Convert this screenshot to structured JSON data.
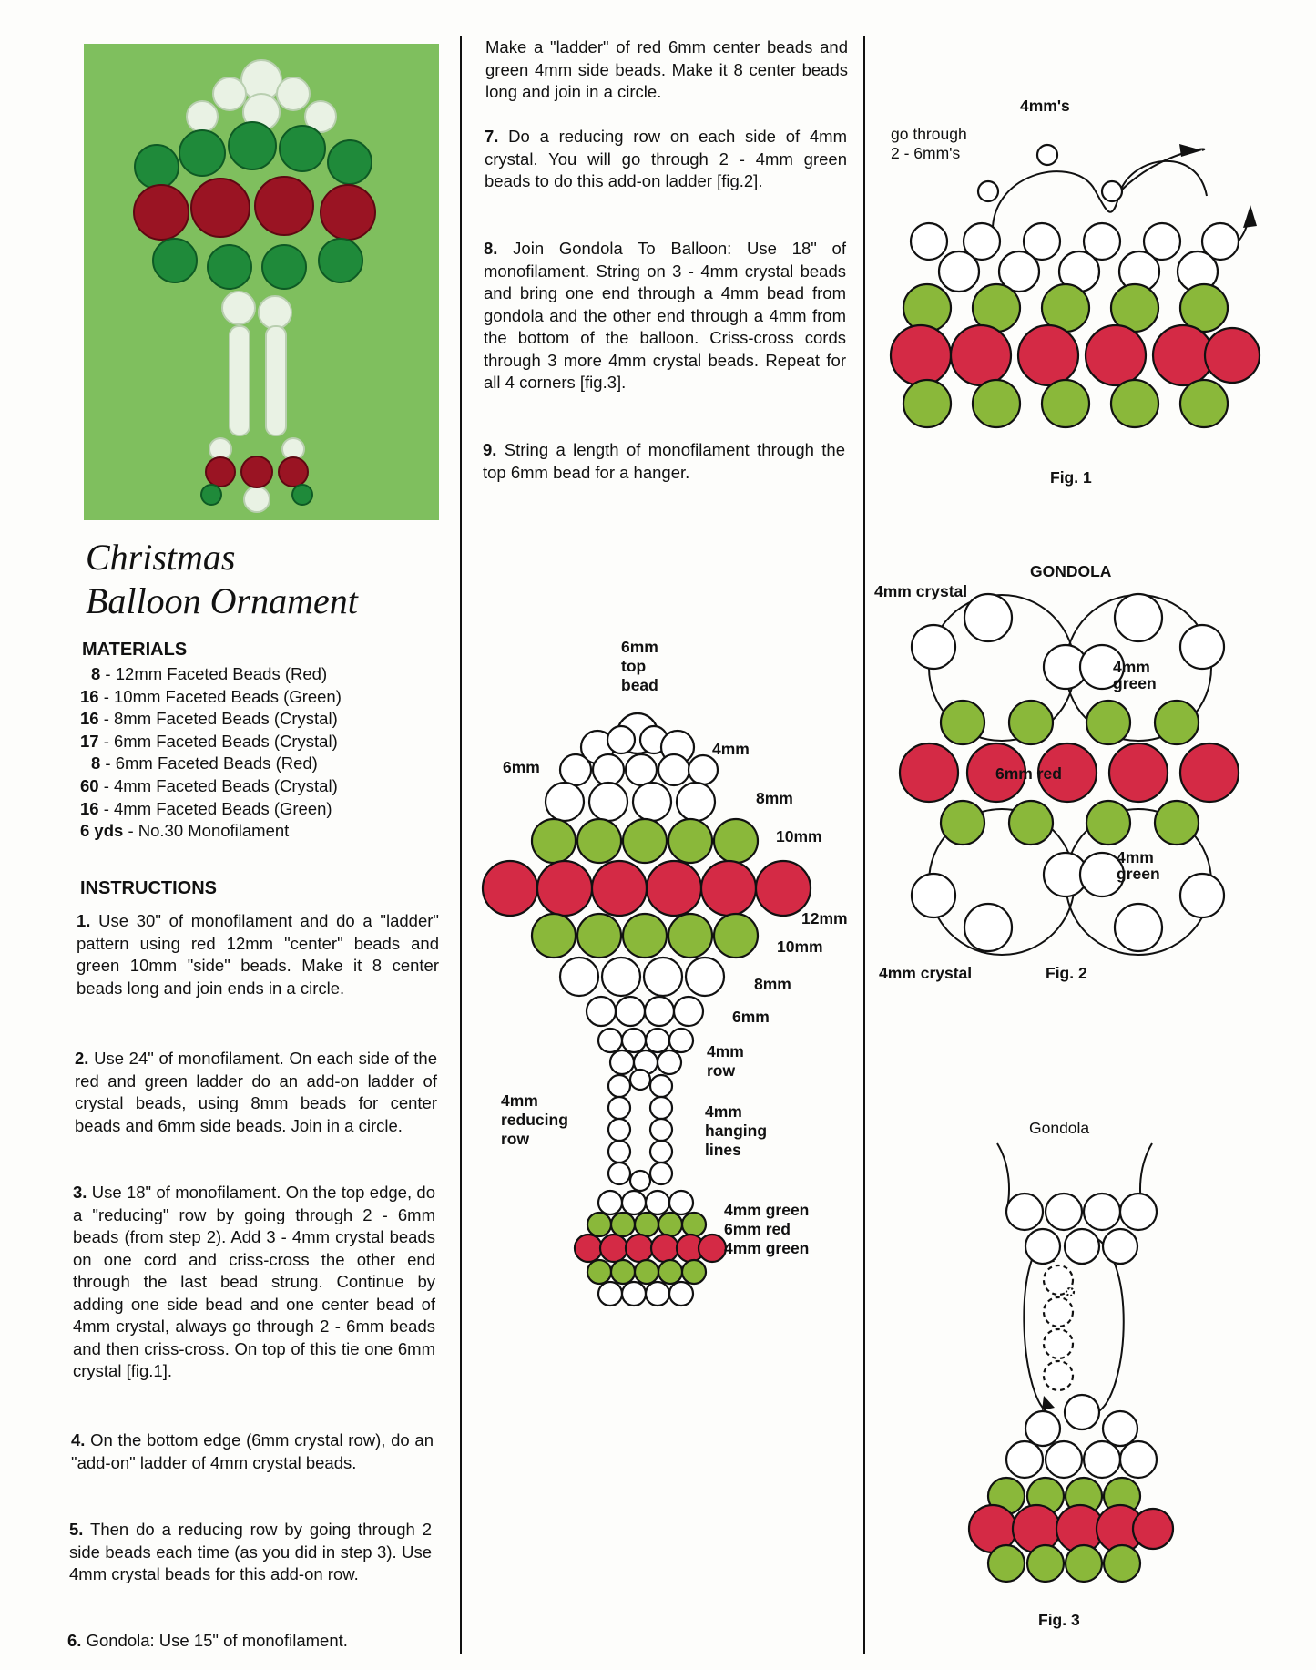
{
  "title": {
    "line1": "Christmas",
    "line2": "Balloon Ornament"
  },
  "materials": {
    "heading": "MATERIALS",
    "items": [
      {
        "qty": "8",
        "desc": " - 12mm Faceted Beads (Red)"
      },
      {
        "qty": "16",
        "desc": " - 10mm Faceted Beads (Green)"
      },
      {
        "qty": "16",
        "desc": " - 8mm Faceted Beads (Crystal)"
      },
      {
        "qty": "17",
        "desc": " - 6mm Faceted Beads (Crystal)"
      },
      {
        "qty": "8",
        "desc": " - 6mm Faceted Beads (Red)"
      },
      {
        "qty": "60",
        "desc": " - 4mm Faceted Beads (Crystal)"
      },
      {
        "qty": "16",
        "desc": " - 4mm Faceted Beads (Green)"
      },
      {
        "qty": "6 yds",
        "desc": " - No.30 Monofilament"
      }
    ]
  },
  "instructions": {
    "heading": "INSTRUCTIONS",
    "steps": [
      {
        "num": "1.",
        "text": " Use 30\" of monofilament and do a \"ladder\" pattern using red 12mm \"center\" beads and green 10mm \"side\" beads. Make it 8 center beads long and join ends in a circle."
      },
      {
        "num": "2.",
        "text": " Use 24\" of monofilament. On each side of the red and green ladder do an add-on ladder of crystal beads, using 8mm beads for center beads and 6mm side beads. Join in a circle."
      },
      {
        "num": "3.",
        "text": " Use 18\" of monofilament. On the top edge, do a \"reducing\" row by going through 2 - 6mm beads (from step 2). Add 3 - 4mm crystal beads on one cord and criss-cross the other end through the last bead strung. Continue by adding one side bead and one center bead of 4mm crystal, always go through 2 - 6mm beads and then criss-cross. On top of this tie one 6mm crystal [fig.1]."
      },
      {
        "num": "4.",
        "text": " On the bottom edge (6mm crystal row), do an \"add-on\" ladder of 4mm crystal beads."
      },
      {
        "num": "5.",
        "text": " Then do a reducing row by going through 2 side beads each time (as you did in step 3). Use 4mm crystal beads for this add-on row."
      },
      {
        "num": "6.",
        "text": " Gondola: Use 15\" of monofilament."
      }
    ],
    "col2_intro": "Make a \"ladder\" of red 6mm center beads and green 4mm side beads. Make it 8 center beads long and join in a circle.",
    "steps2": [
      {
        "num": "7.",
        "text": " Do a reducing row on each side of 4mm crystal. You will go through 2 - 4mm green beads to do this add-on ladder [fig.2]."
      },
      {
        "num": "8.",
        "text": " Join Gondola To Balloon: Use 18\" of monofilament. String on 3 - 4mm crystal beads and bring one end through a 4mm bead from gondola and the other end through a 4mm from the bottom of the balloon. Criss-cross cords through 3 more 4mm crystal beads. Repeat for all 4 corners [fig.3]."
      },
      {
        "num": "9.",
        "text": " String a length of monofilament through the top 6mm bead for a hanger."
      }
    ]
  },
  "diagram_main": {
    "top_bead": "6mm\ntop\nbead",
    "labels": [
      "6mm",
      "4mm",
      "8mm",
      "10mm",
      "12mm",
      "10mm",
      "8mm",
      "6mm",
      "4mm\nrow",
      "4mm\nreducing\nrow",
      "4mm\nhanging\nlines",
      "4mm green\n6mm red\n4mm green"
    ]
  },
  "fig1": {
    "top_label": "4mm's",
    "left_label": "go through\n2 - 6mm's",
    "caption": "Fig. 1"
  },
  "fig2": {
    "title": "GONDOLA",
    "tl": "4mm crystal",
    "tr": "4mm\ngreen",
    "center": "6mm red",
    "br": "4mm\ngreen",
    "bl": "4mm crystal",
    "caption": "Fig. 2"
  },
  "fig3": {
    "title": "Gondola",
    "caption": "Fig. 3"
  },
  "colors": {
    "red": "#d42a45",
    "green": "#8ab83a",
    "photo_bg": "#7fbf5e"
  }
}
